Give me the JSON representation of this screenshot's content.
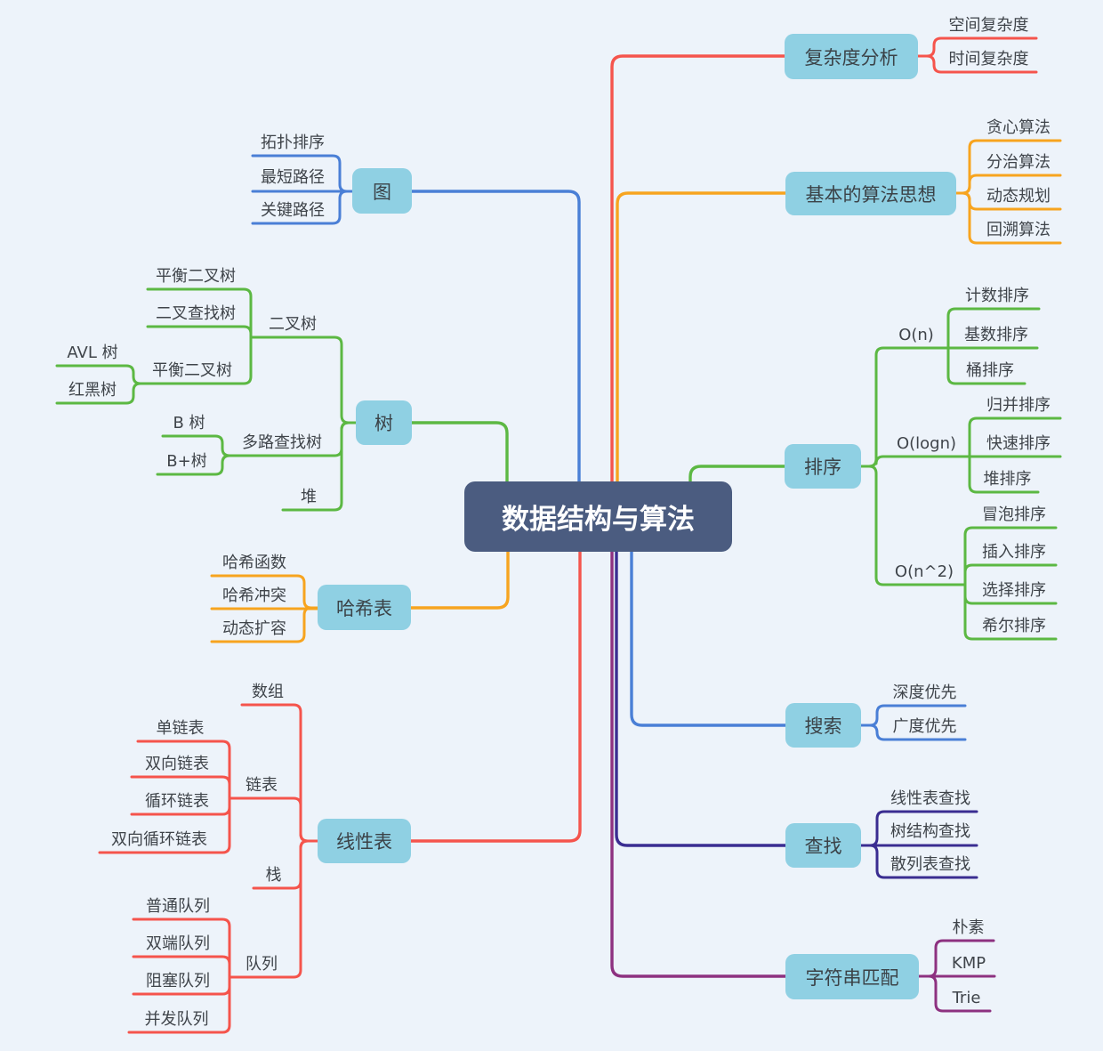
{
  "title": "数据结构与算法",
  "colors": {
    "background": "#edf3fa",
    "root_fill": "#4b5c80",
    "root_text": "#ffffff",
    "node_fill": "#8fd0e3",
    "node_text": "#3b4247",
    "red": "#f5544c",
    "orange": "#f7a41f",
    "green": "#5cb843",
    "blue": "#4a7fd6",
    "navy": "#3a2d91",
    "purple": "#8d3180"
  },
  "right": {
    "complexity": {
      "label": "复杂度分析",
      "children": {
        "space": "空间复杂度",
        "time": "时间复杂度"
      }
    },
    "basic": {
      "label": "基本的算法思想",
      "children": {
        "greedy": "贪心算法",
        "divide": "分治算法",
        "dp": "动态规划",
        "backtrack": "回溯算法"
      }
    },
    "sort": {
      "label": "排序",
      "groups": {
        "on": {
          "label": "O(n)",
          "children": {
            "counting": "计数排序",
            "radix": "基数排序",
            "bucket": "桶排序"
          }
        },
        "ologn": {
          "label": "O(logn)",
          "children": {
            "merge": "归并排序",
            "quick": "快速排序",
            "heap": "堆排序"
          }
        },
        "on2": {
          "label": "O(n^2)",
          "children": {
            "bubble": "冒泡排序",
            "insertion": "插入排序",
            "selection": "选择排序",
            "shell": "希尔排序"
          }
        }
      }
    },
    "search": {
      "label": "搜索",
      "children": {
        "dfs": "深度优先",
        "bfs": "广度优先"
      }
    },
    "lookup": {
      "label": "查找",
      "children": {
        "linear": "线性表查找",
        "tree": "树结构查找",
        "hash": "散列表查找"
      }
    },
    "string_match": {
      "label": "字符串匹配",
      "children": {
        "naive": "朴素",
        "kmp": "KMP",
        "trie": "Trie"
      }
    }
  },
  "left": {
    "graph": {
      "label": "图",
      "children": {
        "topo": "拓扑排序",
        "shortest": "最短路径",
        "critical": "关键路径"
      }
    },
    "tree": {
      "label": "树",
      "groups": {
        "binary": {
          "label": "二叉树",
          "children": {
            "balanced": "平衡二叉树",
            "bst": "二叉查找树",
            "balanced_sub": {
              "label": "平衡二叉树",
              "children": {
                "avl": "AVL 树",
                "redblack": "红黑树"
              }
            }
          }
        },
        "multiway": {
          "label": "多路查找树",
          "children": {
            "btree": "B 树",
            "bplus": "B+树"
          }
        },
        "heap": {
          "label": "堆"
        }
      }
    },
    "hash": {
      "label": "哈希表",
      "children": {
        "func": "哈希函数",
        "collision": "哈希冲突",
        "resize": "动态扩容"
      }
    },
    "linear": {
      "label": "线性表",
      "groups": {
        "array": {
          "label": "数组"
        },
        "list": {
          "label": "链表",
          "children": {
            "single": "单链表",
            "double": "双向链表",
            "circular": "循环链表",
            "double_circular": "双向循环链表"
          }
        },
        "stack": {
          "label": "栈"
        },
        "queue": {
          "label": "队列",
          "children": {
            "normal": "普通队列",
            "deque": "双端队列",
            "blocking": "阻塞队列",
            "concurrent": "并发队列"
          }
        }
      }
    }
  }
}
